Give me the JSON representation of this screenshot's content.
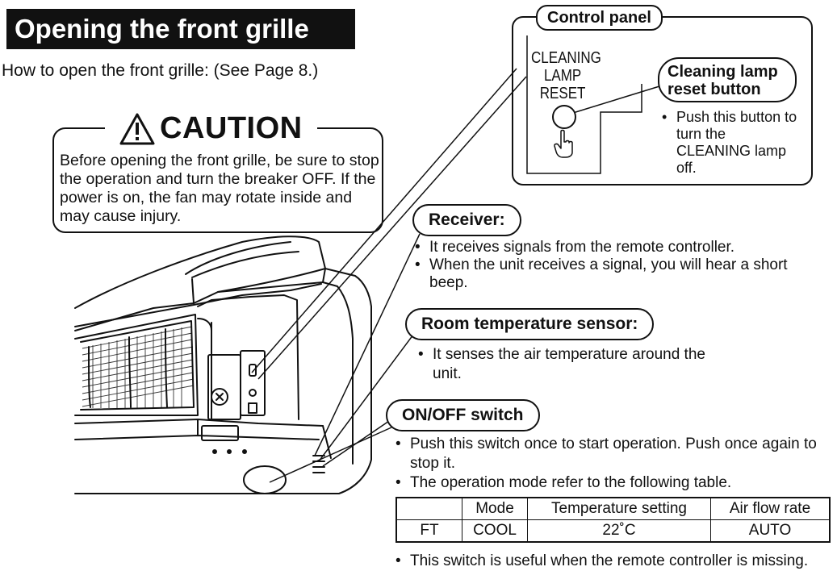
{
  "header": {
    "title": "Opening the front grille"
  },
  "intro": "How to open the front grille: (See Page 8.)",
  "caution": {
    "heading": "CAUTION",
    "text": "Before opening the front grille, be sure to stop the operation and turn the breaker OFF. If the power is on, the fan may rotate inside and may cause injury."
  },
  "control_panel": {
    "label": "Control panel",
    "panel_text": [
      "CLEANING",
      "LAMP",
      "RESET"
    ],
    "button_label": [
      "Cleaning lamp",
      "reset button"
    ],
    "bullet": "Push this button to turn the CLEANING lamp off."
  },
  "receiver": {
    "label": "Receiver:",
    "bullets": [
      "It receives signals from the remote controller.",
      "When the unit receives a signal, you will hear a short beep."
    ]
  },
  "room_sensor": {
    "label": "Room temperature sensor:",
    "bullets": [
      "It senses the air temperature around the unit."
    ]
  },
  "onoff": {
    "label": "ON/OFF switch",
    "bullets": [
      "Push this switch once to start operation. Push once again to stop it.",
      "The operation mode refer to the following table."
    ],
    "table": {
      "headers": [
        "",
        "Mode",
        "Temperature setting",
        "Air flow rate"
      ],
      "rows": [
        [
          "FT",
          "COOL",
          "22˚C",
          "AUTO"
        ]
      ]
    },
    "last_bullet": "This switch is useful when the remote controller is missing."
  }
}
